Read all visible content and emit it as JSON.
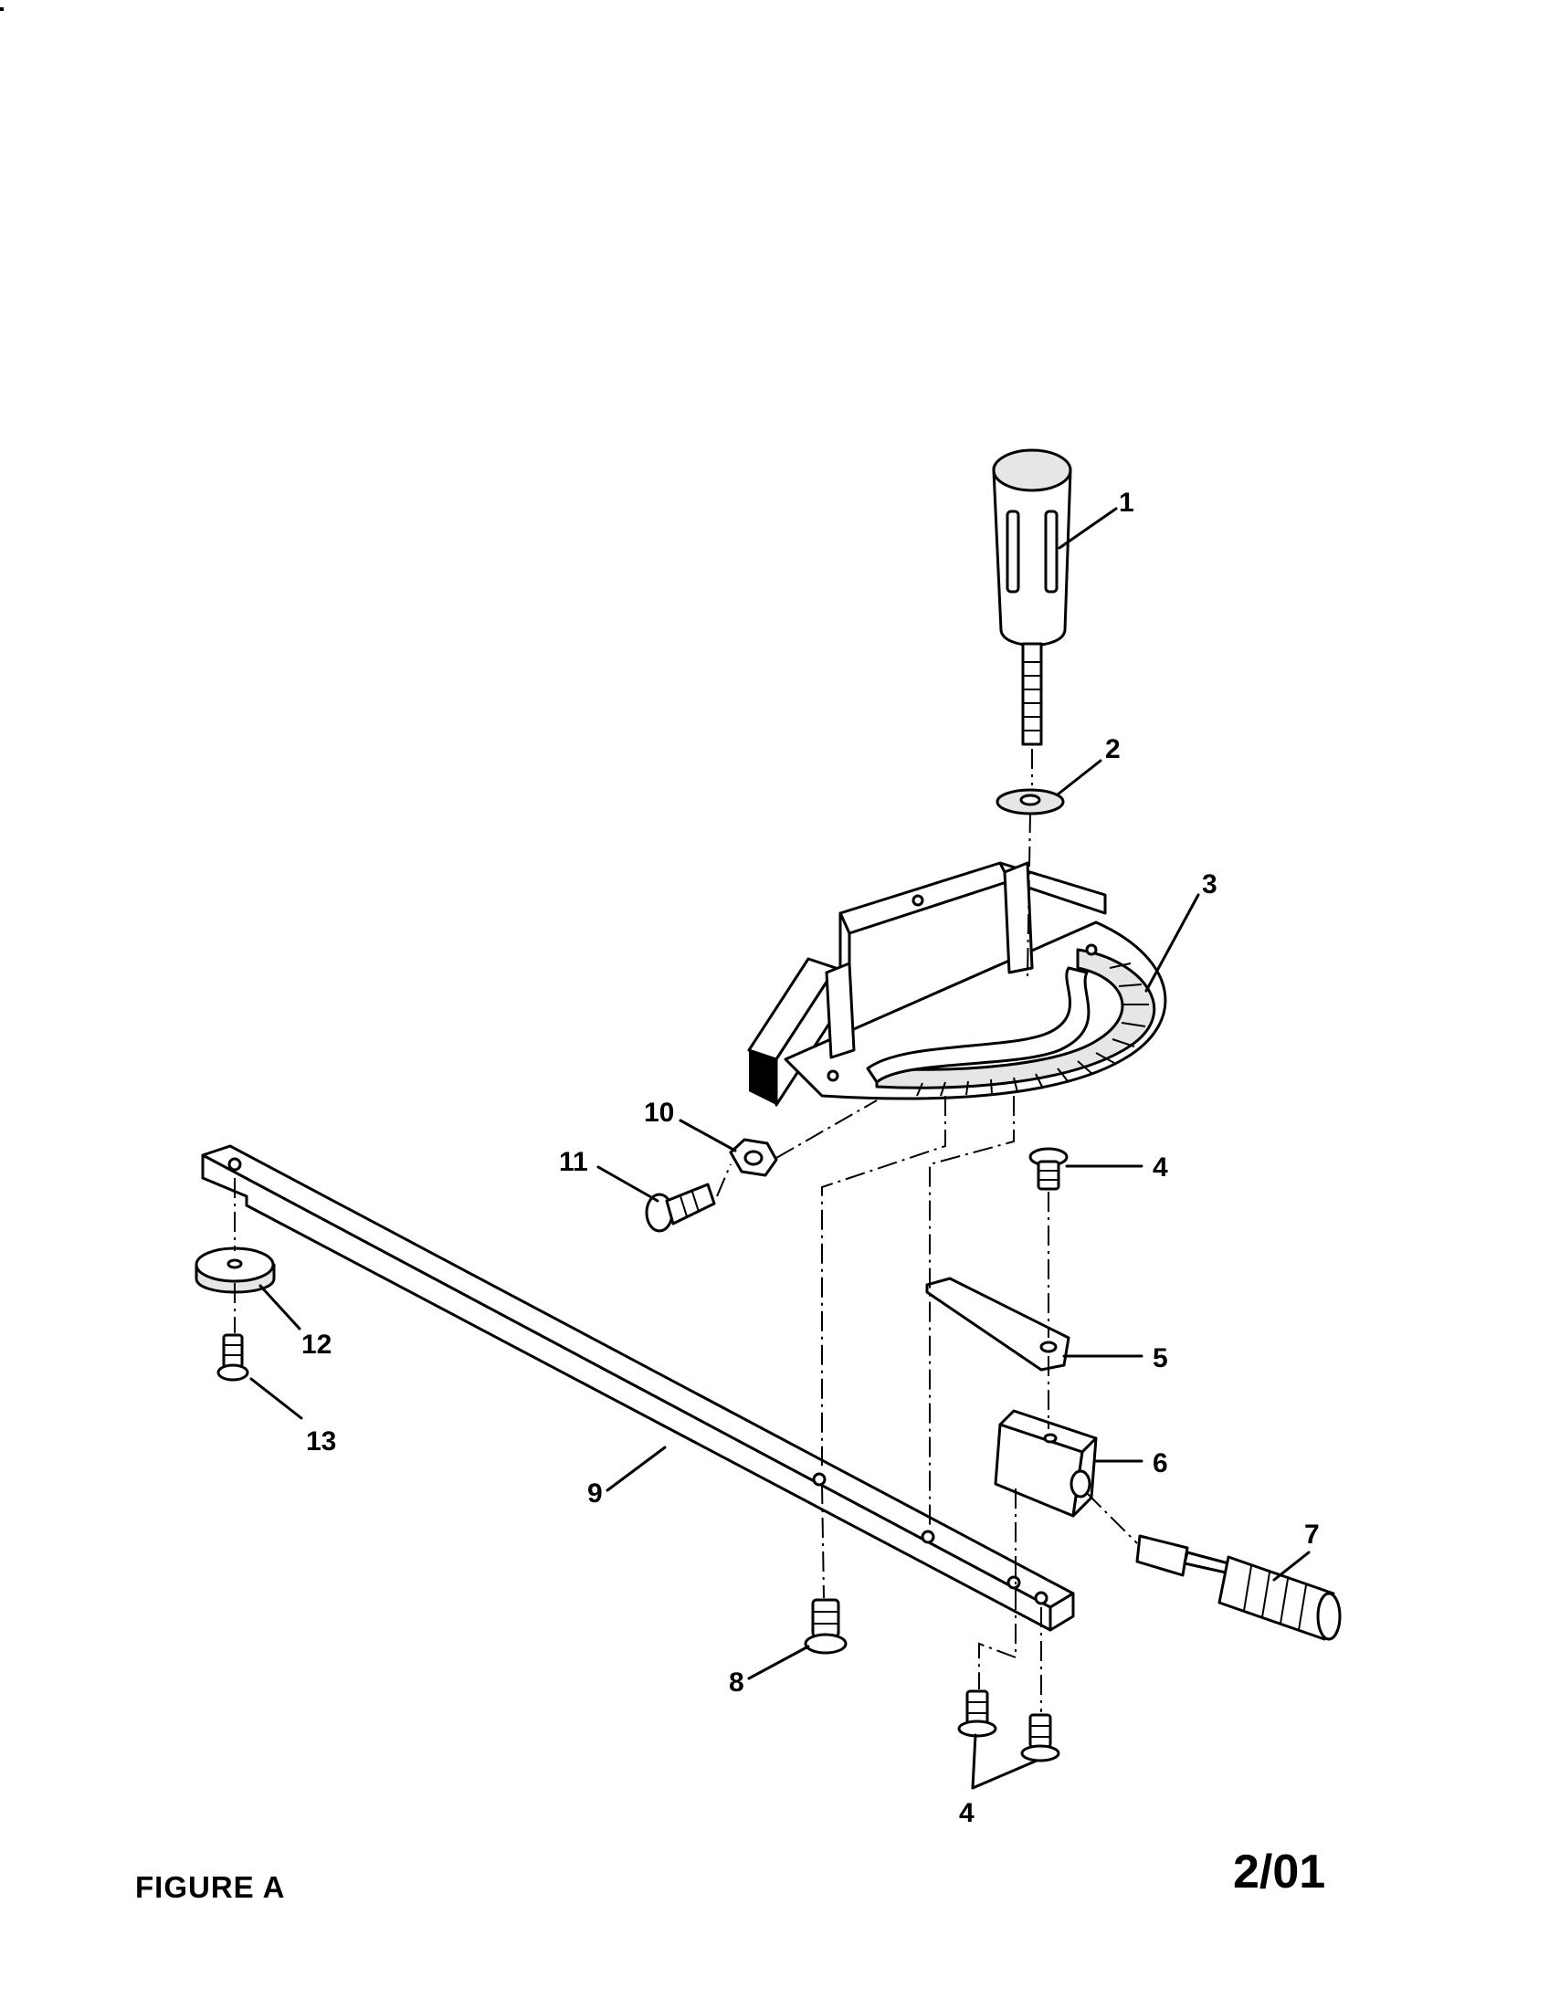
{
  "figure": {
    "label": "FIGURE A",
    "date": "2/01"
  },
  "callouts": [
    {
      "id": "1",
      "text": "1"
    },
    {
      "id": "2",
      "text": "2"
    },
    {
      "id": "3",
      "text": "3"
    },
    {
      "id": "4a",
      "text": "4"
    },
    {
      "id": "5",
      "text": "5"
    },
    {
      "id": "6",
      "text": "6"
    },
    {
      "id": "7",
      "text": "7"
    },
    {
      "id": "8",
      "text": "8"
    },
    {
      "id": "9",
      "text": "9"
    },
    {
      "id": "10",
      "text": "10"
    },
    {
      "id": "11",
      "text": "11"
    },
    {
      "id": "12",
      "text": "12"
    },
    {
      "id": "13",
      "text": "13"
    },
    {
      "id": "4b",
      "text": "4"
    }
  ]
}
